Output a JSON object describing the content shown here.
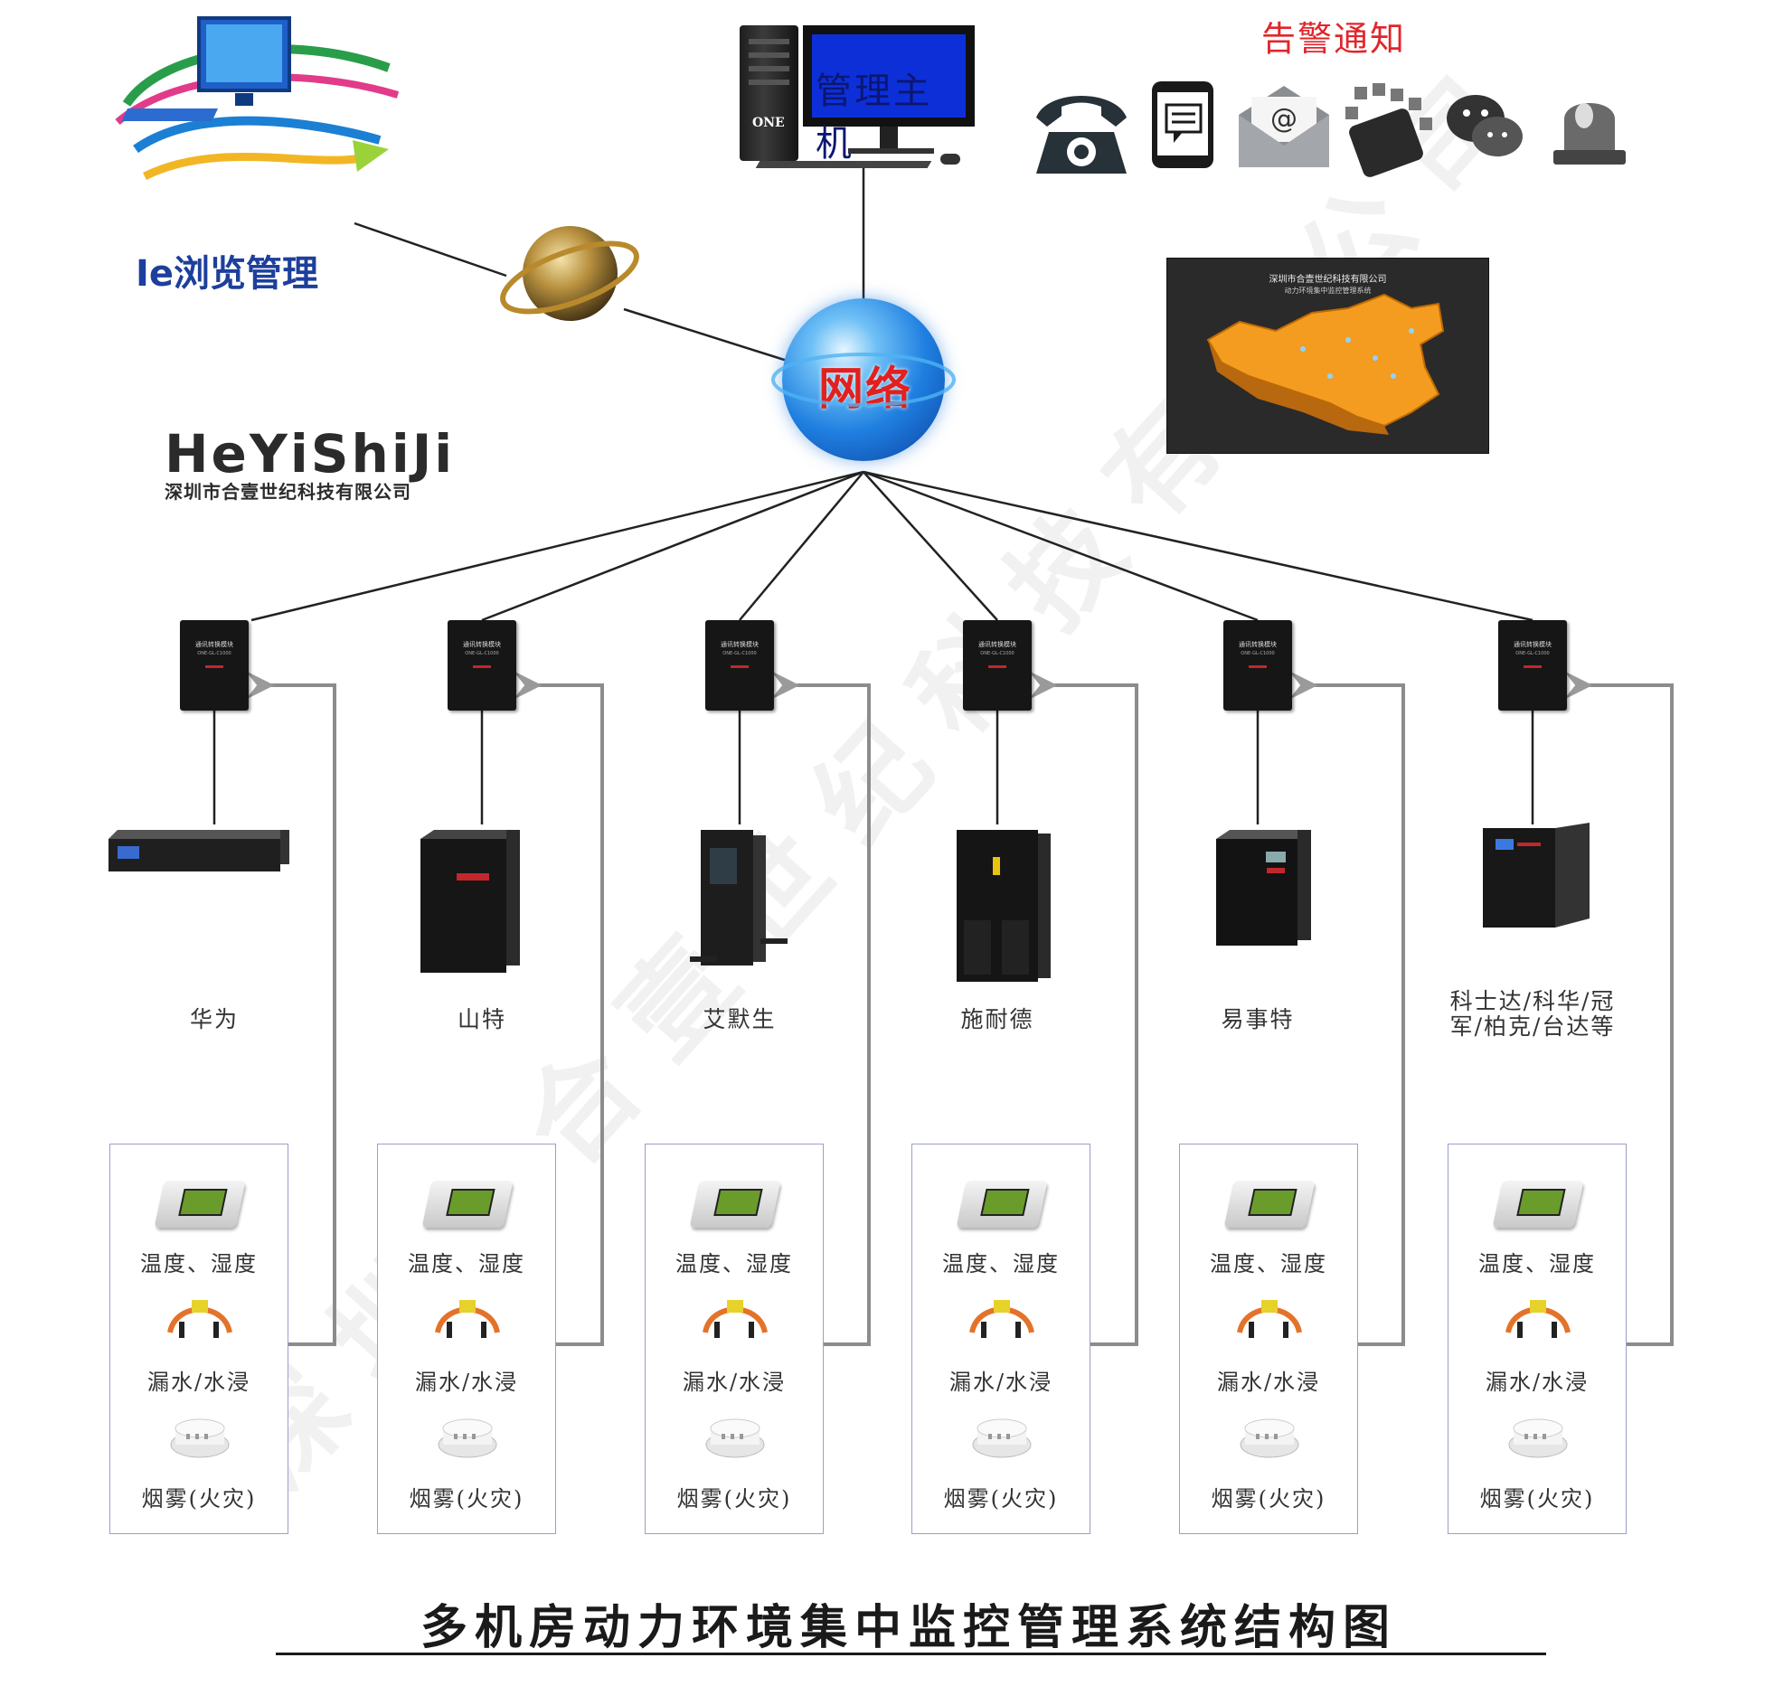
{
  "diagram": {
    "title": "多机房动力环境集中监控管理系统结构图",
    "alarm_title": "告警通知",
    "host_label": "管理主机",
    "host_brand": "ONE",
    "network_label": "网络",
    "ie_label": "Ie浏览管理",
    "brand_name": "HeYiShiJi",
    "company": "深圳市合壹世纪科技有限公司",
    "watermark": "深圳市合壹世纪科技有限公司",
    "screen": {
      "company": "深圳市合壹世纪科技有限公司",
      "system": "动力环境集中监控管理系统"
    },
    "module": {
      "title": "通讯转换模块",
      "model": "ONE-GL-C1000"
    },
    "alarm_icons": [
      "phone-icon",
      "sms-icon",
      "email-icon",
      "app-icon",
      "wechat-icon",
      "siren-icon"
    ],
    "sensor_labels": {
      "temp": "温度、湿度",
      "leak": "漏水/水浸",
      "smoke": "烟雾(火灾)"
    },
    "ups_brands": [
      {
        "name": "华为"
      },
      {
        "name": "山特"
      },
      {
        "name": "艾默生"
      },
      {
        "name": "施耐德"
      },
      {
        "name": "易事特"
      },
      {
        "name": "科士达/科华/冠",
        "name2": "军/柏克/台达等"
      }
    ],
    "colors": {
      "network_red": "#e2201d",
      "alarm_red": "#e0262b",
      "ie_blue": "#1d3f9c",
      "host_screen": "#0d2fd8",
      "map_orange": "#f39c1f",
      "sensor_border": "#9aa0c8"
    }
  }
}
